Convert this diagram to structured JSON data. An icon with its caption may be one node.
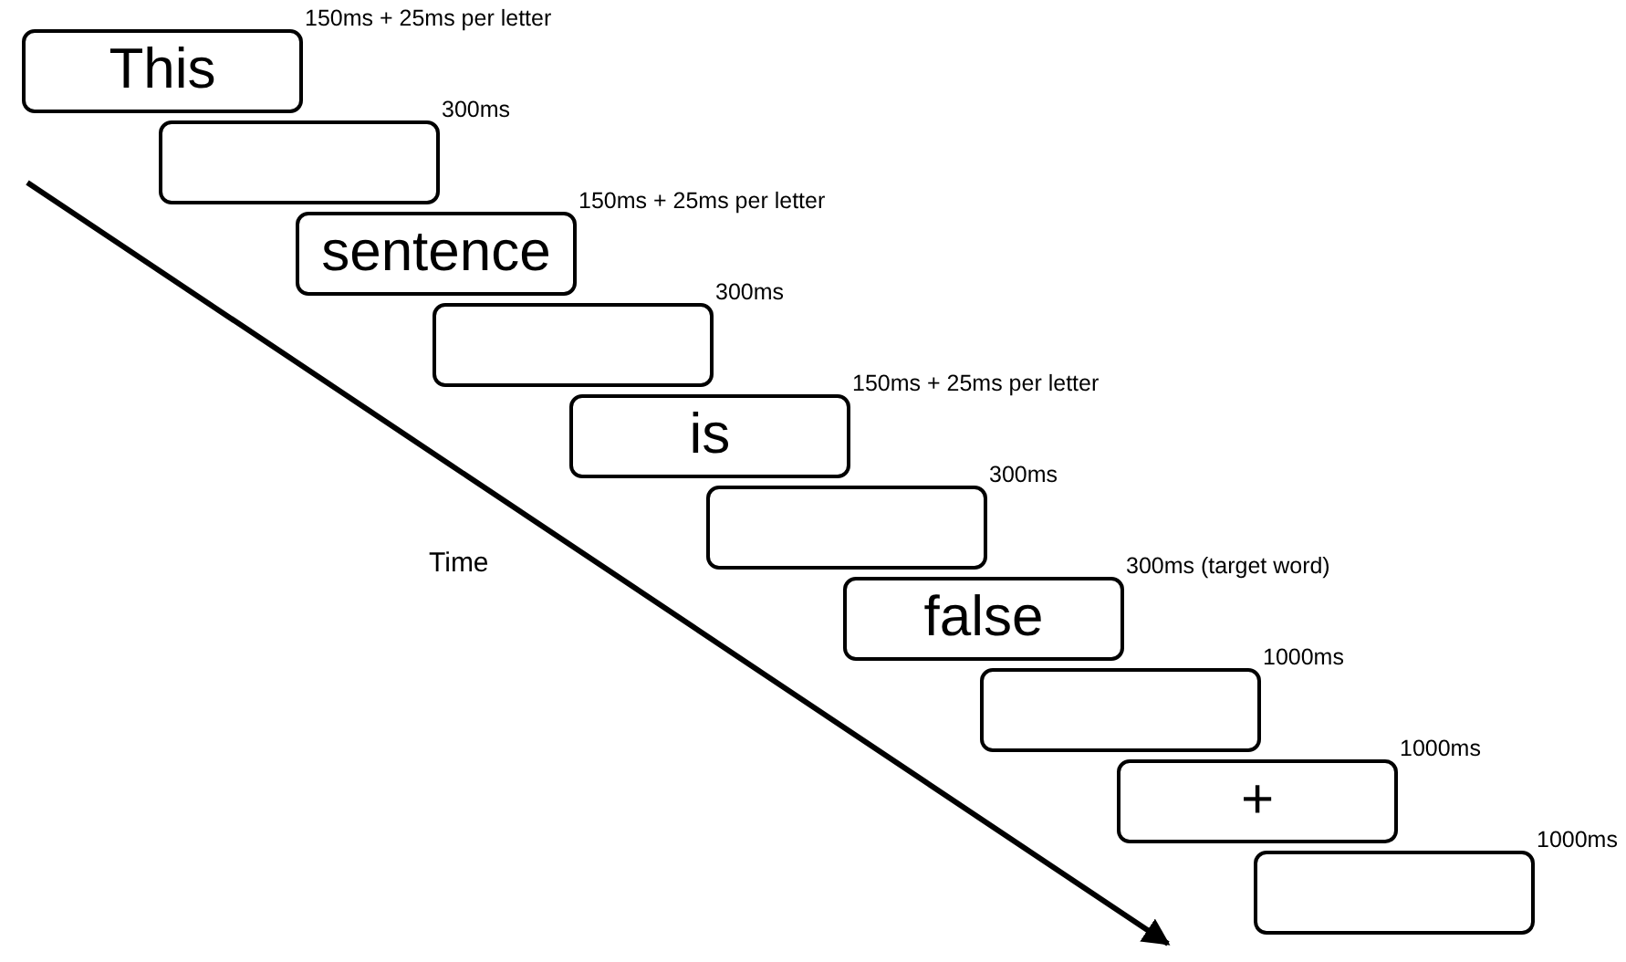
{
  "diagram": {
    "nodes": [
      {
        "text": [
          "This"
        ],
        "beside": [
          "150ms + 25ms per letter"
        ]
      },
      {
        "text": [],
        "shape": "box",
        "beside": [
          "300ms"
        ]
      },
      {
        "text": [
          "sentence"
        ],
        "beside": [
          "150ms + 25ms per letter"
        ]
      },
      {
        "text": [],
        "shape": "box",
        "beside": [
          "300ms"
        ]
      },
      {
        "text": [
          "is"
        ],
        "beside": [
          "150ms + 25ms per letter"
        ]
      },
      {
        "text": [],
        "shape": "box",
        "beside": [
          "300ms"
        ]
      },
      {
        "text": [
          "false"
        ],
        "beside": [
          "300ms (target word)"
        ]
      },
      {
        "text": [],
        "shape": "box",
        "beside": [
          "1000ms"
        ]
      },
      {
        "text": [
          "+"
        ],
        "beside": [
          "1000ms"
        ]
      },
      {
        "text": [],
        "shape": "box",
        "beside": [
          "1000ms"
        ]
      }
    ],
    "edges": [],
    "labels": [
      "Time"
    ]
  }
}
